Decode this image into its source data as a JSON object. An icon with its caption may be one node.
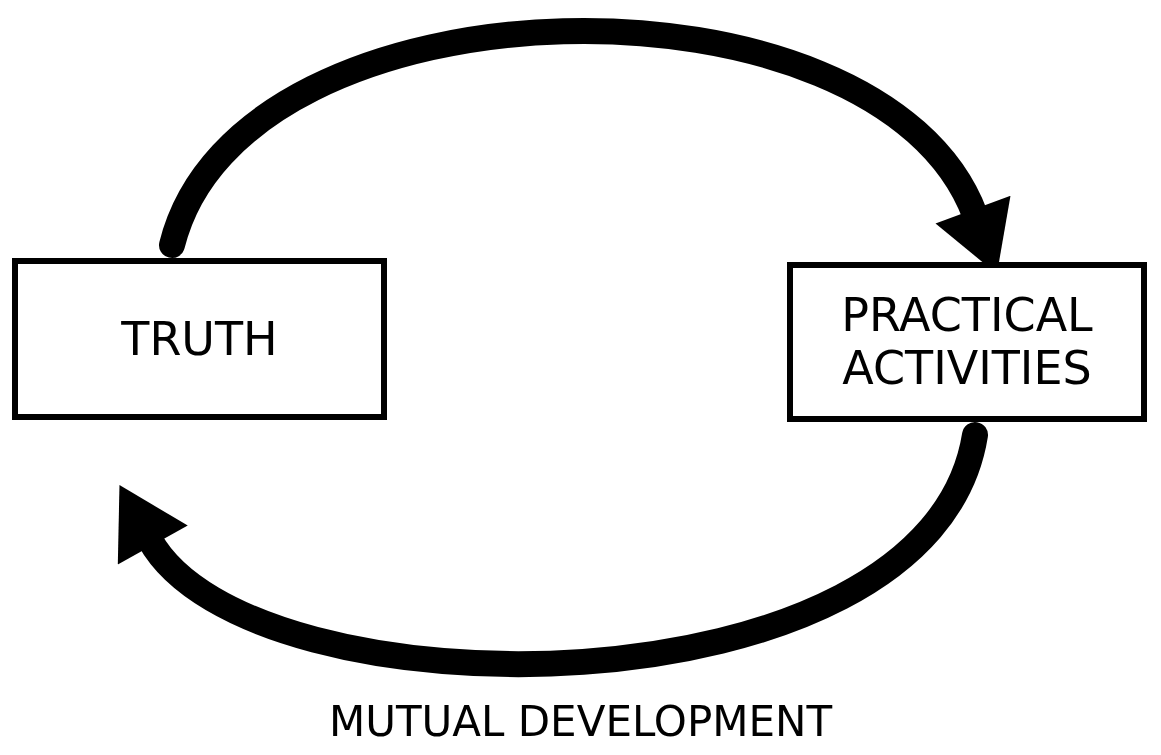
{
  "diagram": {
    "caption": "MUTUAL DEVELOPMENT",
    "nodes": [
      {
        "text": [
          "TRUTH"
        ]
      },
      {
        "text": [
          "PRACTICAL ACTIVITIES"
        ]
      }
    ],
    "edges": [
      {
        "from": 0,
        "to": 1,
        "arrow": "to"
      },
      {
        "from": 1,
        "to": 0,
        "arrow": "to"
      }
    ]
  }
}
